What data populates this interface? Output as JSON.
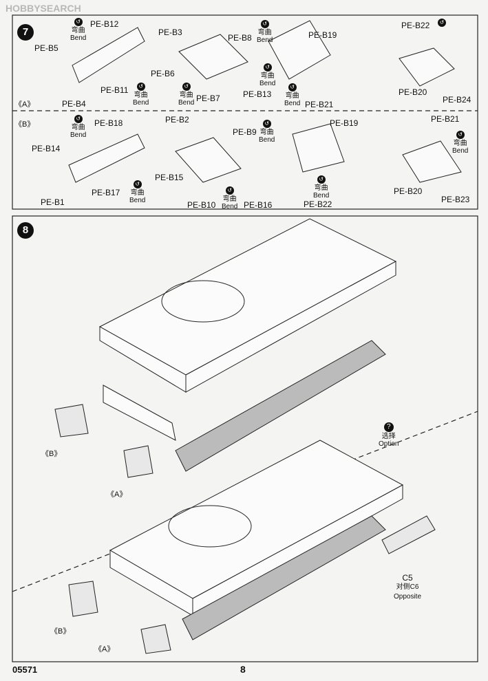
{
  "watermark": {
    "brand": "HOBBYSEARCH"
  },
  "page": {
    "code": "05571",
    "number": "8"
  },
  "step7": {
    "number": "7",
    "row_a": {
      "tag": "《A》",
      "labels": [
        "PE-B12",
        "PE-B3",
        "PE-B5",
        "PE-B6",
        "PE-B4",
        "PE-B11",
        "PE-B8",
        "PE-B7",
        "PE-B13",
        "PE-B19",
        "PE-B22",
        "PE-B21",
        "PE-B20",
        "PE-B24"
      ],
      "bend": {
        "cn": "弯曲",
        "en": "Bend"
      }
    },
    "row_b": {
      "tag": "《B》",
      "labels": [
        "PE-B2",
        "PE-B18",
        "PE-B14",
        "PE-B1",
        "PE-B17",
        "PE-B15",
        "PE-B9",
        "PE-B10",
        "PE-B16",
        "PE-B19",
        "PE-B21",
        "PE-B22",
        "PE-B20",
        "PE-B23"
      ],
      "bend": {
        "cn": "弯曲",
        "en": "Bend"
      }
    }
  },
  "step8": {
    "number": "8",
    "option": {
      "icon": "?",
      "cn": "选择",
      "en": "Option"
    },
    "part": {
      "code": "C5",
      "cn": "对侧C6",
      "en": "Opposite"
    },
    "tag_a": "《A》",
    "tag_b": "《B》"
  }
}
